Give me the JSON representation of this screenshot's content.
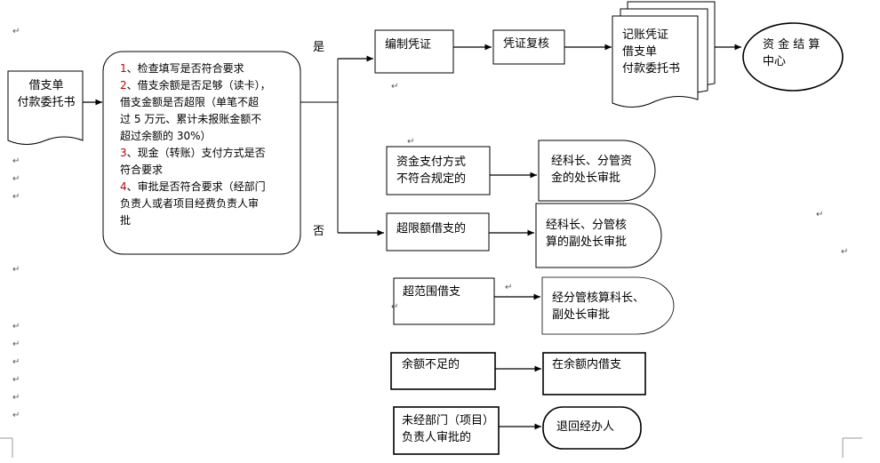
{
  "source": {
    "label_line1": "借支单",
    "label_line2": "付款委托书"
  },
  "checks": {
    "n1": "1",
    "t1": "、检查填写是否符合要求",
    "n2": "2",
    "t2a": "、借支余额是否足够（读卡），",
    "t2b": "借支金额是否超限（单笔不超",
    "t2c": "过 5 万元、累计未报账金额不",
    "t2d": "超过余额的 30%）",
    "n3": "3",
    "t3a": "、现金（转账）支付方式是否",
    "t3b": "符合要求",
    "n4": "4",
    "t4a": "、审批是否符合要求（经部门",
    "t4b": "负责人或者项目经费负责人审",
    "t4c": "批"
  },
  "branch": {
    "yes": "是",
    "no": "否"
  },
  "flow": {
    "compile": "编制凭证",
    "review": "凭证复核",
    "docs_line1": "记账凭证",
    "docs_line2": "借支单",
    "docs_line3": "付款委托书",
    "center_line1": "资 金 结 算",
    "center_line2": "中心"
  },
  "cases": [
    {
      "cond_a": "资金支付方式",
      "cond_b": "不符合规定的",
      "action_a": "经科长、分管资",
      "action_b": "金的处长审批"
    },
    {
      "cond_a": "超限额借支的",
      "cond_b": "",
      "action_a": "经科长、分管核",
      "action_b": "算的副处长审批"
    },
    {
      "cond_a": "超范围借支",
      "cond_b": "",
      "action_a": "经分管核算科长、",
      "action_b": "副处长审批"
    },
    {
      "cond_a": "余额不足的",
      "cond_b": "",
      "action_a": "在余额内借支",
      "action_b": ""
    },
    {
      "cond_a": "未经部门（项目）",
      "cond_b": "负责人审批的",
      "action_a": "退回经办人",
      "action_b": ""
    }
  ],
  "paragraph_mark": "↵"
}
